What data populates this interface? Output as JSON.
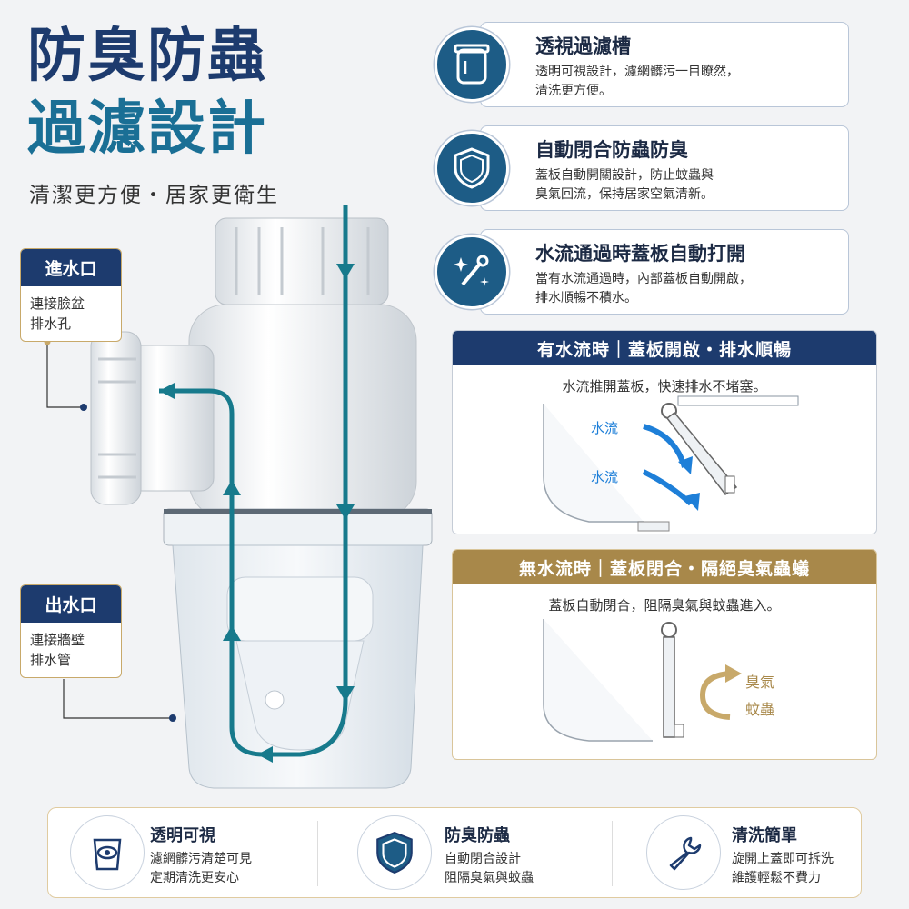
{
  "hero": {
    "title_line1": "防臭防蟲",
    "title_line2": "過濾設計",
    "subtitle": "清潔更方便・居家更衛生"
  },
  "labels": {
    "inlet": {
      "title": "進水口",
      "desc1": "連接臉盆",
      "desc2": "排水孔"
    },
    "outlet": {
      "title": "出水口",
      "desc1": "連接牆壁",
      "desc2": "排水管"
    }
  },
  "features": [
    {
      "icon": "filter-cup-icon",
      "title": "透視過濾槽",
      "line1": "透明可視設計，濾網髒污一目瞭然，",
      "line2": "清洗更方便。"
    },
    {
      "icon": "shield-icon",
      "title": "自動閉合防蟲防臭",
      "line1": "蓋板自動開關設計，防止蚊蟲與",
      "line2": "臭氣回流，保持居家空氣清新。"
    },
    {
      "icon": "sparkle-tool-icon",
      "title": "水流通過時蓋板自動打開",
      "line1": "當有水流通過時，內部蓋板自動開啟，",
      "line2": "排水順暢不積水。"
    }
  ],
  "panel_open": {
    "header": "有水流時｜蓋板開啟・排水順暢",
    "subtitle": "水流推開蓋板，快速排水不堵塞。",
    "flow_label_1": "水流",
    "flow_label_2": "水流",
    "header_color": "#1d3b6e"
  },
  "panel_closed": {
    "header": "無水流時｜蓋板閉合・隔絕臭氣蟲蟻",
    "subtitle": "蓋板自動閉合，阻隔臭氣與蚊蟲進入。",
    "blocked_1": "臭氣",
    "blocked_2": "蚊蟲",
    "header_color": "#a8884a"
  },
  "bottom": [
    {
      "icon": "transparent-cup-eye-icon",
      "title": "透明可視",
      "line1": "濾網髒污清楚可見",
      "line2": "定期清洗更安心"
    },
    {
      "icon": "shield-icon",
      "title": "防臭防蟲",
      "line1": "自動閉合設計",
      "line2": "阻隔臭氣與蚊蟲"
    },
    {
      "icon": "wrench-icon",
      "title": "清洗簡單",
      "line1": "旋開上蓋即可拆洗",
      "line2": "維護輕鬆不費力"
    }
  ],
  "colors": {
    "navy": "#1d3b6e",
    "teal": "#1a6f95",
    "gold": "#c8a96a",
    "flow_blue": "#1e7fd8",
    "flow_teal": "#177a8c"
  }
}
